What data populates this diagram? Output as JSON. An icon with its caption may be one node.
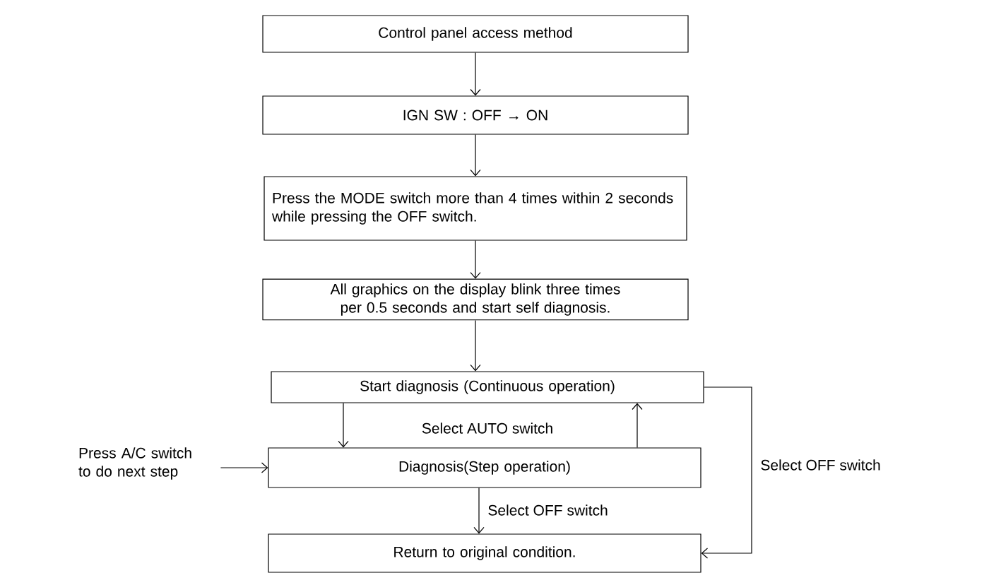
{
  "diagram": {
    "nodes": [
      {
        "text": [
          "Control panel access method"
        ]
      },
      {
        "text": [
          "IGN SW : OFF → ON"
        ]
      },
      {
        "text": [
          "Press the MODE switch more than 4 times within 2 seconds while pressing the OFF switch."
        ]
      },
      {
        "text": [
          "All graphics on the display blink three times per 0.5 seconds and start self diagnosis."
        ]
      },
      {
        "text": [
          "Start diagnosis (Continuous operation)"
        ]
      },
      {
        "text": [
          "Diagnosis(Step operation)"
        ]
      },
      {
        "text": [
          "Return to original condition."
        ]
      },
      {
        "text": [
          "Press A/C switch to do next step"
        ]
      }
    ],
    "edges": [
      {
        "from": 0,
        "to": 1,
        "arrow": "to"
      },
      {
        "from": 1,
        "to": 2,
        "arrow": "to"
      },
      {
        "from": 2,
        "to": 3,
        "arrow": "to"
      },
      {
        "from": 3,
        "to": 4,
        "arrow": "to"
      },
      {
        "from": 4,
        "to": 5,
        "arrow": "to"
      },
      {
        "from": 5,
        "to": 4,
        "arrow": "to"
      },
      {
        "from": 5,
        "to": 6,
        "arrow": "to",
        "label": "Select OFF switch"
      },
      {
        "from": 4,
        "to": 6,
        "arrow": "to",
        "label": "Select OFF switch"
      },
      {
        "from": 7,
        "to": 5,
        "arrow": "to"
      }
    ],
    "labels": [
      "Select AUTO switch"
    ]
  }
}
